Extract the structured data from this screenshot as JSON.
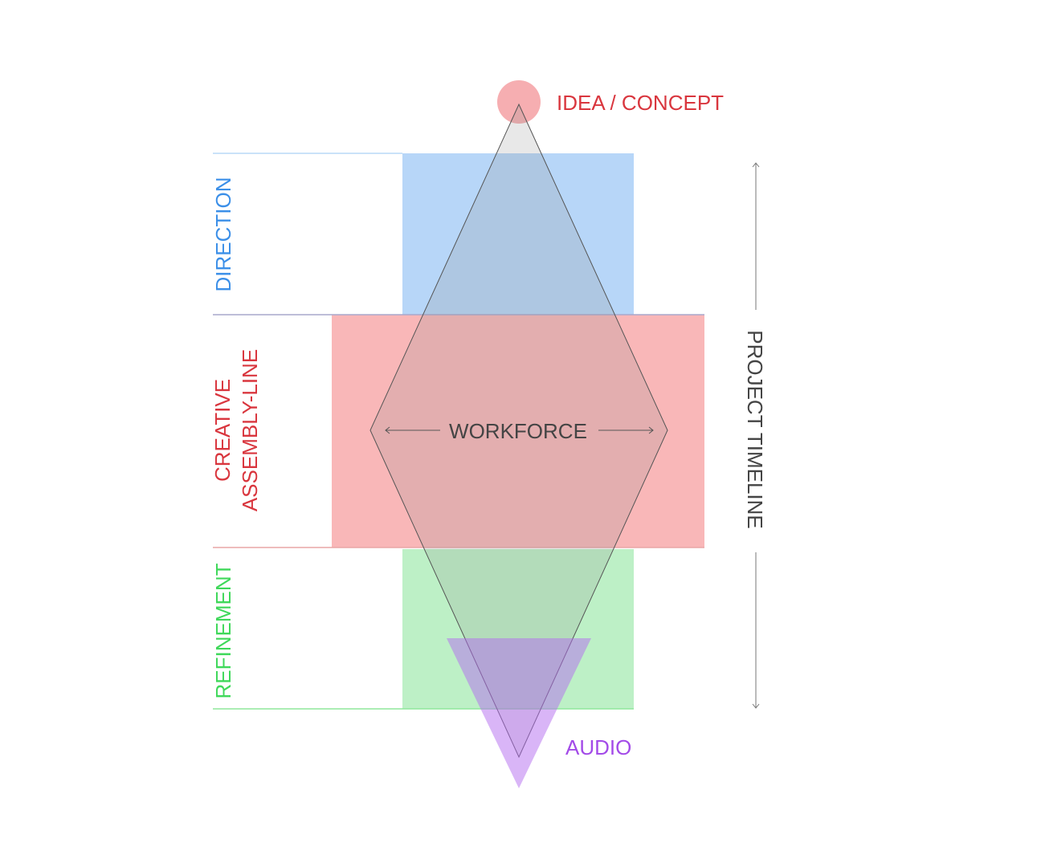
{
  "diagram": {
    "top_label": "IDEA / CONCEPT",
    "bottom_label": "AUDIO",
    "center_label": "WORKFORCE",
    "timeline_label": "PROJECT TIMELINE",
    "phases": [
      {
        "name": "direction",
        "label_lines": [
          "DIRECTION"
        ],
        "color": "#3b8fe8",
        "fill": "#b7d6f8",
        "line": "#b9d8f7"
      },
      {
        "name": "creative-assembly-line",
        "label_lines": [
          "CREATIVE",
          "ASSEMBLY-LINE"
        ],
        "color": "#d9363e",
        "fill": "#f9b7b8",
        "line": "#a9a8cc"
      },
      {
        "name": "refinement",
        "label_lines": [
          "REFINEMENT"
        ],
        "color": "#3fd85a",
        "fill": "#bdf0c6",
        "line": "#e9a5a5"
      }
    ],
    "colors": {
      "idea": "#d9363e",
      "idea_fill": "#f6aeb1",
      "audio": "#a34be8",
      "audio_fill": "#d6aef6",
      "workforce": "#444444",
      "timeline": "#444444",
      "diamond_fill": "#e6e6e6",
      "stroke": "#555555",
      "refine_line": "#8fe79c"
    }
  }
}
